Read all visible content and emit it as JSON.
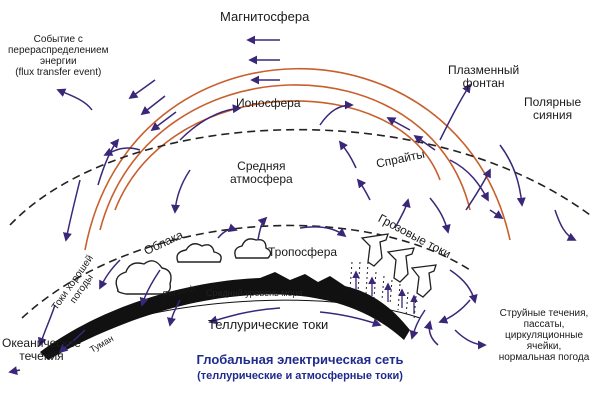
{
  "labels": {
    "magnetosphere": "Магнитосфера",
    "flux_event": "Событие с\nперераспределением\nэнергии\n(flux transfer event)",
    "plasma_fountain": "Плазменный\nфонтан",
    "polar_lights": "Полярные\nсияния",
    "ionosphere": "Ионосфера",
    "middle_atmosphere": "Средняя\nатмосфера",
    "sprites": "Спрайты",
    "storm_currents": "Грозовые токи",
    "clouds": "Облака",
    "troposphere": "Тропосфера",
    "fair_weather_currents": "Токи хорошей\nпогоды",
    "relief": "Рельеф",
    "sea_level": "Средний уровень моря",
    "fog": "Туман",
    "telluric_currents": "Теллурические токи",
    "ocean_currents": "Океанические\nтечения",
    "jet_streams": "Струйные течения,\nпассаты,\nциркуляционные ячейки,\nнормальная погода"
  },
  "caption": {
    "title": "Глобальная электрическая сеть",
    "subtitle": "(теллурические и атмосферные токи)"
  },
  "colors": {
    "arrow": "#3a2778",
    "magnetosphere_arc": "#c8602e",
    "dashed_line": "#222222",
    "ground": "#111111",
    "caption": "#1f2b8c"
  }
}
